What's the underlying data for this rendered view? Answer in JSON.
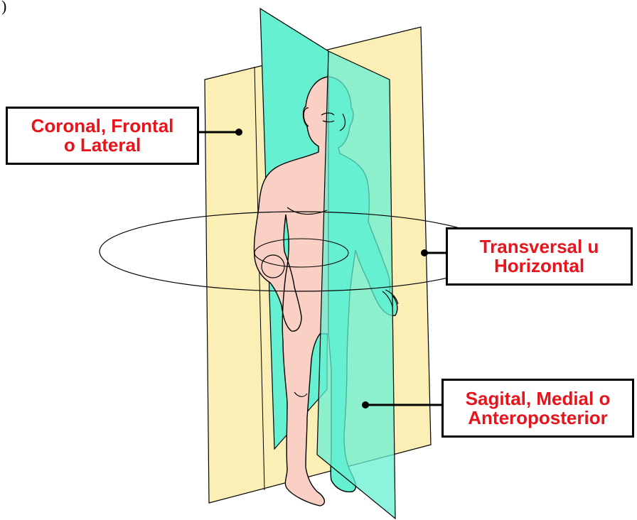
{
  "labels": {
    "coronal": {
      "line1": "Coronal, Frontal",
      "line2": "o Lateral"
    },
    "transversal": {
      "line1": "Transversal u",
      "line2": "Horizontal"
    },
    "sagital": {
      "line1": "Sagital, Medial o",
      "line2": "Anteroposterior"
    }
  },
  "corner_mark": ")",
  "colors": {
    "coronal_plane": "#fbefb6",
    "sagittal_plane": "#66f0d2",
    "body_skin": "#fad0c4",
    "label_text": "#e8141c",
    "outline": "#000000"
  }
}
